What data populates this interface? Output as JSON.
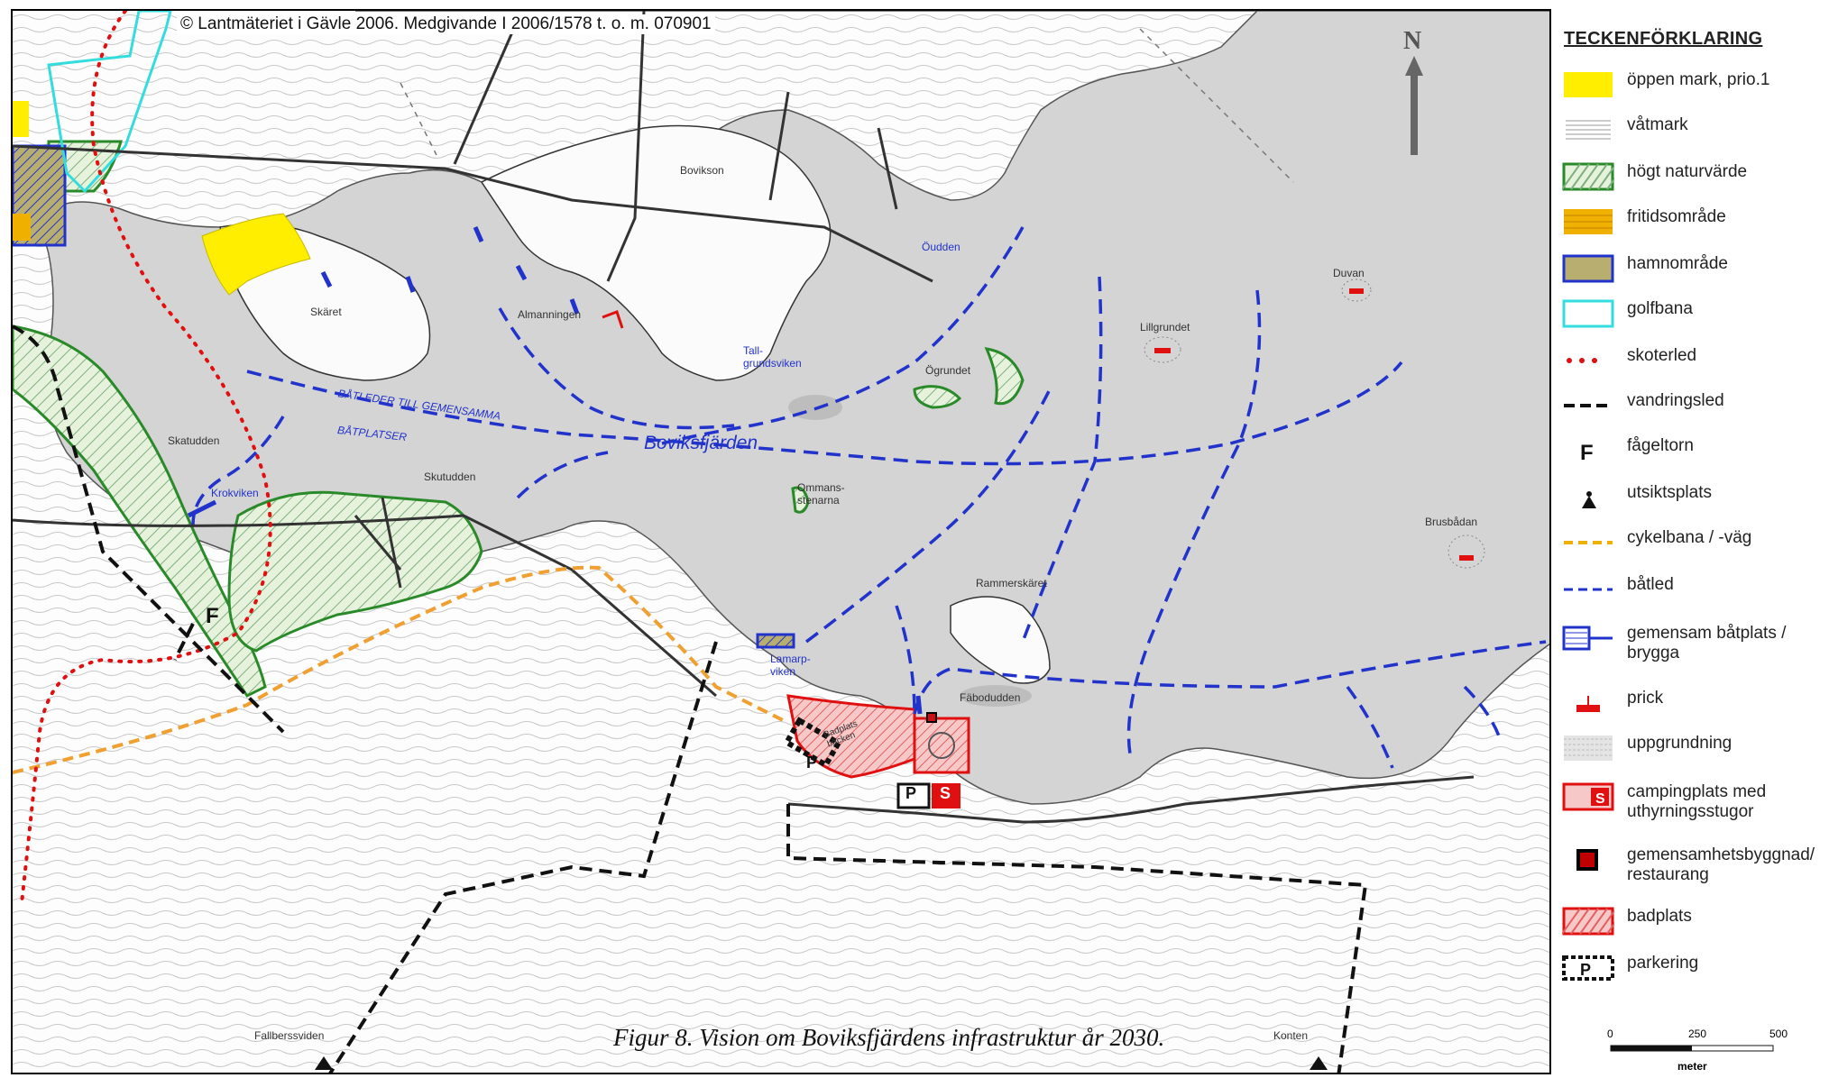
{
  "copyright": "© Lantmäteriet i Gävle 2006. Medgivande I  2006/1578 t. o. m. 070901",
  "caption": "Figur 8. Vision om Boviksfjärdens infrastruktur år 2030.",
  "north_label": "N",
  "legend": {
    "title": "TECKENFÖRKLARING",
    "items": [
      {
        "label": "öppen mark, prio.1",
        "icon": "yellow-fill"
      },
      {
        "label": "våtmark",
        "icon": "hatch-lines"
      },
      {
        "label": "högt naturvärde",
        "icon": "green-hatch"
      },
      {
        "label": "fritidsområde",
        "icon": "orange-fill"
      },
      {
        "label": "hamnområde",
        "icon": "blue-olive-fill"
      },
      {
        "label": "golfbana",
        "icon": "cyan-outline"
      },
      {
        "label": "skoterled",
        "icon": "red-dots"
      },
      {
        "label": "vandringsled",
        "icon": "black-dash"
      },
      {
        "label": "fågeltorn",
        "icon": "letter-f"
      },
      {
        "label": "utsiktsplats",
        "icon": "viewpoint"
      },
      {
        "label": "cykelbana / -väg",
        "icon": "orange-dash"
      },
      {
        "label": "båtled",
        "icon": "blue-dash"
      },
      {
        "label": "gemensam båtplats /\nbrygga",
        "icon": "jetty"
      },
      {
        "label": "prick",
        "icon": "red-marker"
      },
      {
        "label": "uppgrundning",
        "icon": "grey-stipple"
      },
      {
        "label": "campingplats med\nuthyrningsstugor",
        "icon": "camping-s"
      },
      {
        "label": "gemensamhetsbyggnad/\nrestaurang",
        "icon": "black-square"
      },
      {
        "label": "badplats",
        "icon": "red-hatch"
      },
      {
        "label": "parkering",
        "icon": "parking-p"
      }
    ],
    "colors": {
      "yellow": "#ffee00",
      "green": "#2a8a2a",
      "orange": "#f0b000",
      "blue": "#2233cc",
      "cyan": "#33dddd",
      "red": "#e01010",
      "olive": "#b8ae70"
    }
  },
  "scale": {
    "ticks": [
      "0",
      "250",
      "500"
    ],
    "unit": "meter"
  },
  "map_labels": {
    "bay": "Boviksfjärden",
    "route_1": "BÅTLEDER TILL GEMENSAMMA",
    "route_2": "BÅTPLATSER",
    "places": [
      "Bovikson",
      "Skäret",
      "Öudden",
      "Almanningen",
      "Tall-grundsviken",
      "Ögrundet",
      "Lillgrundet",
      "Duvan",
      "Skatudden",
      "Krokviken",
      "Skutudden",
      "Ommans-stenarna",
      "Brusbådan",
      "Rammerskäret",
      "Lamarp-viken",
      "Fäbodudden",
      "Badplats bäcken",
      "Fallberssviden",
      "Konten"
    ],
    "fagel_marker": "F",
    "parking_p": "P",
    "camping_s": "S"
  }
}
